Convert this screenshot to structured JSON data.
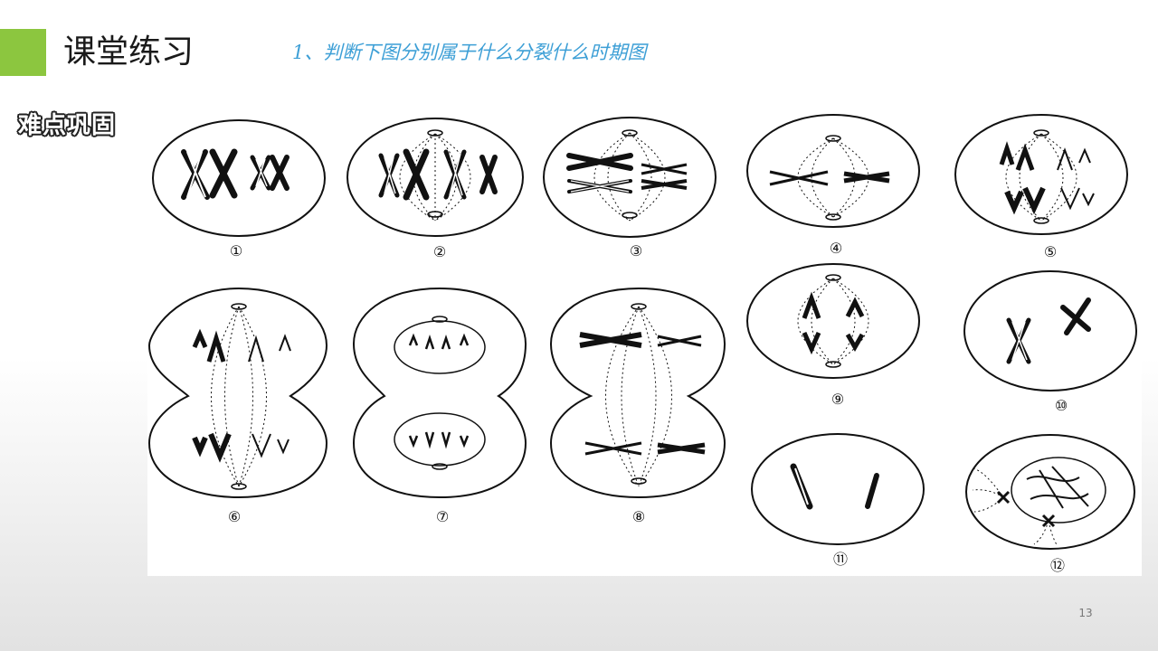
{
  "slide": {
    "title": "课堂练习",
    "question": "1、判断下图分别属于什么分裂什么时期图",
    "tag": "难点巩固",
    "page_number": "13"
  },
  "figure": {
    "labels": [
      "①",
      "②",
      "③",
      "④",
      "⑤",
      "⑥",
      "⑦",
      "⑧",
      "⑨",
      "⑩",
      "⑪",
      "⑫"
    ]
  },
  "colors": {
    "accent": "#8cc63f",
    "question_text": "#3d9fd6",
    "line": "#111111"
  }
}
